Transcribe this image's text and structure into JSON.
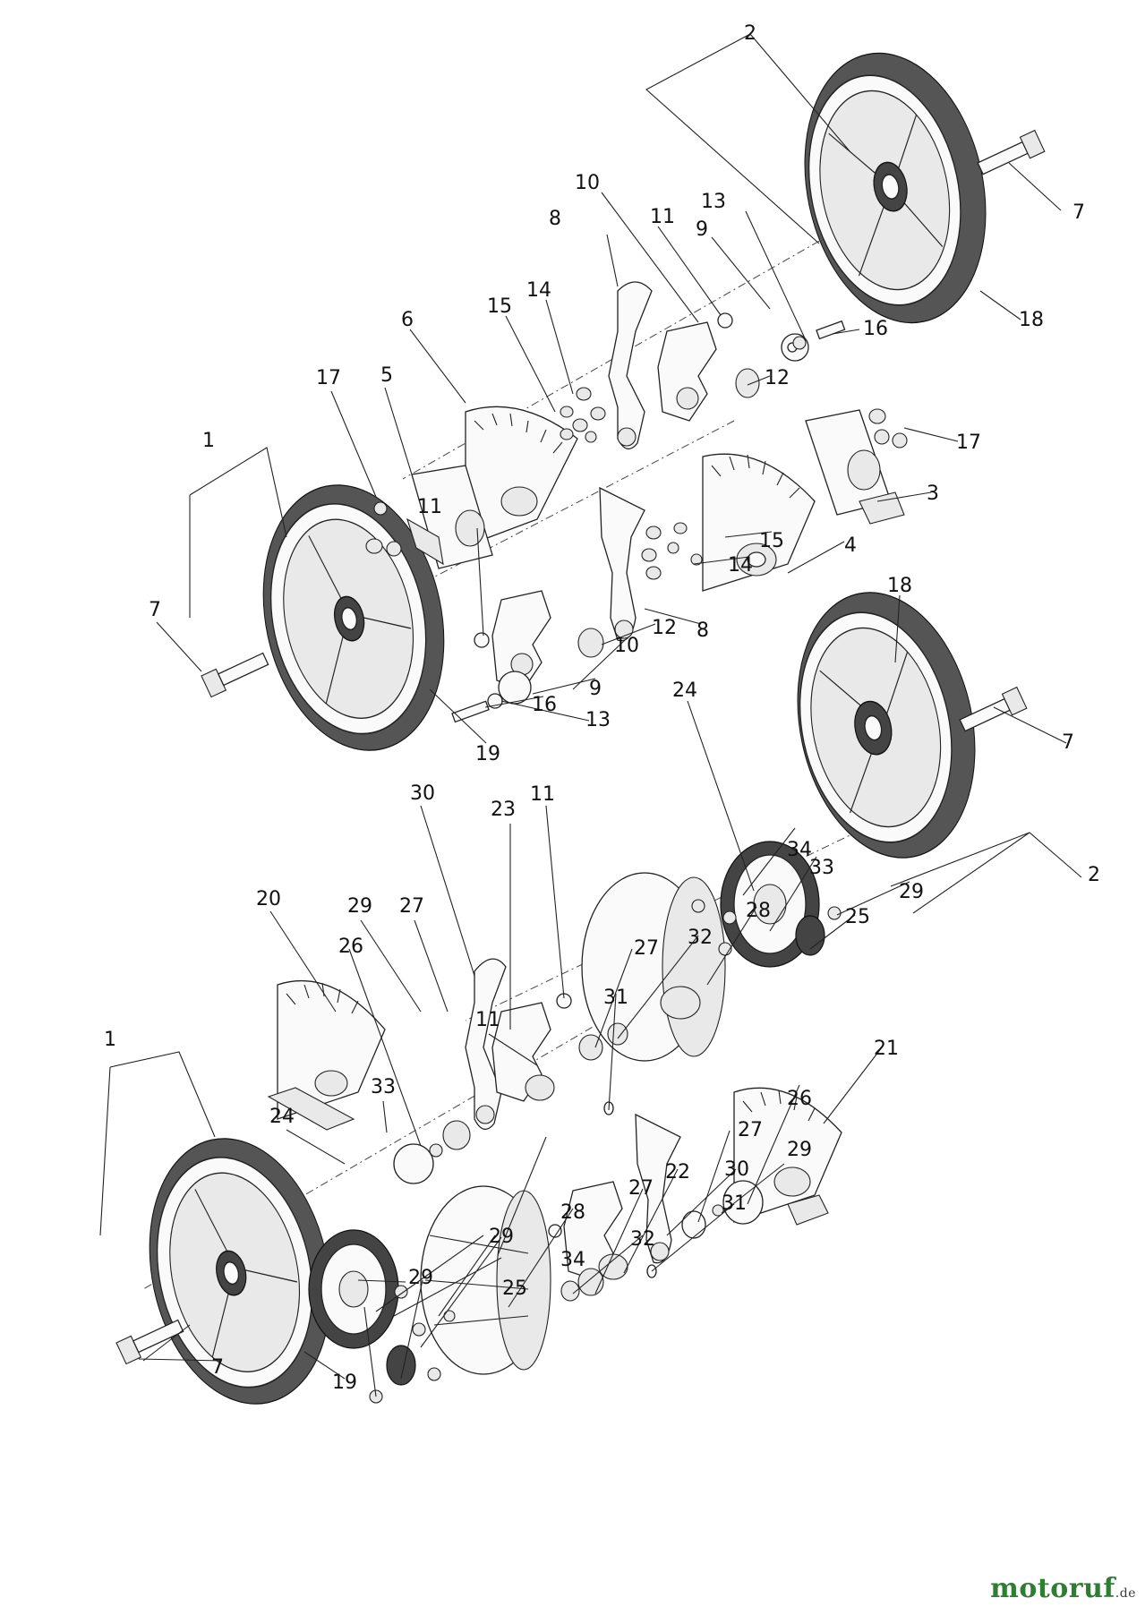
{
  "callouts": [
    {
      "id": "c2a",
      "text": "2"
    },
    {
      "id": "c7a",
      "text": "7"
    },
    {
      "id": "c10a",
      "text": "10"
    },
    {
      "id": "c11a",
      "text": "11"
    },
    {
      "id": "c13a",
      "text": "13"
    },
    {
      "id": "c9a",
      "text": "9"
    },
    {
      "id": "c8a",
      "text": "8"
    },
    {
      "id": "c14a",
      "text": "14"
    },
    {
      "id": "c15a",
      "text": "15"
    },
    {
      "id": "c16a",
      "text": "16"
    },
    {
      "id": "c18a",
      "text": "18"
    },
    {
      "id": "c6a",
      "text": "6"
    },
    {
      "id": "c12a",
      "text": "12"
    },
    {
      "id": "c17a",
      "text": "17"
    },
    {
      "id": "c5a",
      "text": "5"
    },
    {
      "id": "c17b",
      "text": "17"
    },
    {
      "id": "c1a",
      "text": "1"
    },
    {
      "id": "c3a",
      "text": "3"
    },
    {
      "id": "c11b",
      "text": "11"
    },
    {
      "id": "c15b",
      "text": "15"
    },
    {
      "id": "c4a",
      "text": "4"
    },
    {
      "id": "c14b",
      "text": "14"
    },
    {
      "id": "c7b",
      "text": "7"
    },
    {
      "id": "c12b",
      "text": "12"
    },
    {
      "id": "c8b",
      "text": "8"
    },
    {
      "id": "c10b",
      "text": "10"
    },
    {
      "id": "c18b",
      "text": "18"
    },
    {
      "id": "c16b",
      "text": "16"
    },
    {
      "id": "c9b",
      "text": "9"
    },
    {
      "id": "c13b",
      "text": "13"
    },
    {
      "id": "c7c",
      "text": "7"
    },
    {
      "id": "c24a",
      "text": "24"
    },
    {
      "id": "c19a",
      "text": "19"
    },
    {
      "id": "c30a",
      "text": "30"
    },
    {
      "id": "c11c",
      "text": "11"
    },
    {
      "id": "c23a",
      "text": "23"
    },
    {
      "id": "c34a",
      "text": "34"
    },
    {
      "id": "c33a",
      "text": "33"
    },
    {
      "id": "c2b",
      "text": "2"
    },
    {
      "id": "c29a",
      "text": "29"
    },
    {
      "id": "c20a",
      "text": "20"
    },
    {
      "id": "c29b",
      "text": "29"
    },
    {
      "id": "c27a",
      "text": "27"
    },
    {
      "id": "c28a",
      "text": "28"
    },
    {
      "id": "c25a",
      "text": "25"
    },
    {
      "id": "c32a",
      "text": "32"
    },
    {
      "id": "c26a",
      "text": "26"
    },
    {
      "id": "c27b",
      "text": "27"
    },
    {
      "id": "c31a",
      "text": "31"
    },
    {
      "id": "c21a",
      "text": "21"
    },
    {
      "id": "c1b",
      "text": "1"
    },
    {
      "id": "c11d",
      "text": "11"
    },
    {
      "id": "c26b",
      "text": "26"
    },
    {
      "id": "c33b",
      "text": "33"
    },
    {
      "id": "c24b",
      "text": "24"
    },
    {
      "id": "c27c",
      "text": "27"
    },
    {
      "id": "c29c",
      "text": "29"
    },
    {
      "id": "c22a",
      "text": "22"
    },
    {
      "id": "c30b",
      "text": "30"
    },
    {
      "id": "c27d",
      "text": "27"
    },
    {
      "id": "c31b",
      "text": "31"
    },
    {
      "id": "c28b",
      "text": "28"
    },
    {
      "id": "c29d",
      "text": "29"
    },
    {
      "id": "c32b",
      "text": "32"
    },
    {
      "id": "c34b",
      "text": "34"
    },
    {
      "id": "c29e",
      "text": "29"
    },
    {
      "id": "c25b",
      "text": "25"
    },
    {
      "id": "c7d",
      "text": "7"
    },
    {
      "id": "c19b",
      "text": "19"
    }
  ],
  "brand": {
    "name": "motoruf",
    "tld": ".de"
  },
  "icons": {
    "watermark": "brand-wordmark"
  }
}
